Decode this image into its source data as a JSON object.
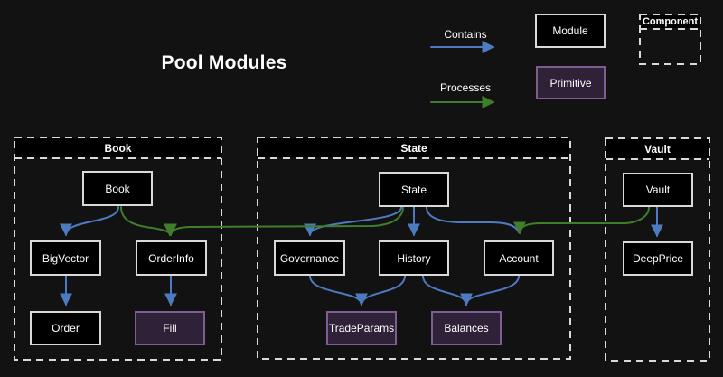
{
  "title": "Pool Modules",
  "legend": {
    "contains": "Contains",
    "processes": "Processes",
    "module": "Module",
    "primitive": "Primitive",
    "component": "Component"
  },
  "containers": {
    "book": {
      "label": "Book"
    },
    "state": {
      "label": "State"
    },
    "vault": {
      "label": "Vault"
    }
  },
  "nodes": {
    "book": {
      "label": "Book",
      "type": "module"
    },
    "bigvector": {
      "label": "BigVector",
      "type": "module"
    },
    "orderinfo": {
      "label": "OrderInfo",
      "type": "module"
    },
    "order": {
      "label": "Order",
      "type": "module"
    },
    "fill": {
      "label": "Fill",
      "type": "primitive"
    },
    "state": {
      "label": "State",
      "type": "module"
    },
    "governance": {
      "label": "Governance",
      "type": "module"
    },
    "history": {
      "label": "History",
      "type": "module"
    },
    "account": {
      "label": "Account",
      "type": "module"
    },
    "tradeparams": {
      "label": "TradeParams",
      "type": "primitive"
    },
    "balances": {
      "label": "Balances",
      "type": "primitive"
    },
    "vault": {
      "label": "Vault",
      "type": "module"
    },
    "deepprice": {
      "label": "DeepPrice",
      "type": "module"
    }
  },
  "edges": [
    {
      "from": "Book",
      "to": "BigVector",
      "type": "contains"
    },
    {
      "from": "Book",
      "to": "OrderInfo",
      "type": "processes"
    },
    {
      "from": "BigVector",
      "to": "Order",
      "type": "contains"
    },
    {
      "from": "OrderInfo",
      "to": "Fill",
      "type": "contains"
    },
    {
      "from": "State",
      "to": "Governance",
      "type": "contains"
    },
    {
      "from": "State",
      "to": "History",
      "type": "contains"
    },
    {
      "from": "State",
      "to": "Account",
      "type": "contains"
    },
    {
      "from": "State",
      "to": "OrderInfo",
      "type": "processes"
    },
    {
      "from": "Governance",
      "to": "TradeParams",
      "type": "contains"
    },
    {
      "from": "History",
      "to": "TradeParams",
      "type": "contains"
    },
    {
      "from": "History",
      "to": "Balances",
      "type": "contains"
    },
    {
      "from": "Account",
      "to": "Balances",
      "type": "contains"
    },
    {
      "from": "Vault",
      "to": "DeepPrice",
      "type": "contains"
    },
    {
      "from": "Vault",
      "to": "Account",
      "type": "processes"
    }
  ],
  "colors": {
    "background": "#121212",
    "module_fill": "#000000",
    "module_border": "#d9d9d9",
    "primitive_fill": "#2e2138",
    "primitive_border": "#7e5d95",
    "contains_arrow": "#4d7ac1",
    "processes_arrow": "#3f7e2b",
    "container_border": "#d9d9d9",
    "text": "#ffffff"
  }
}
